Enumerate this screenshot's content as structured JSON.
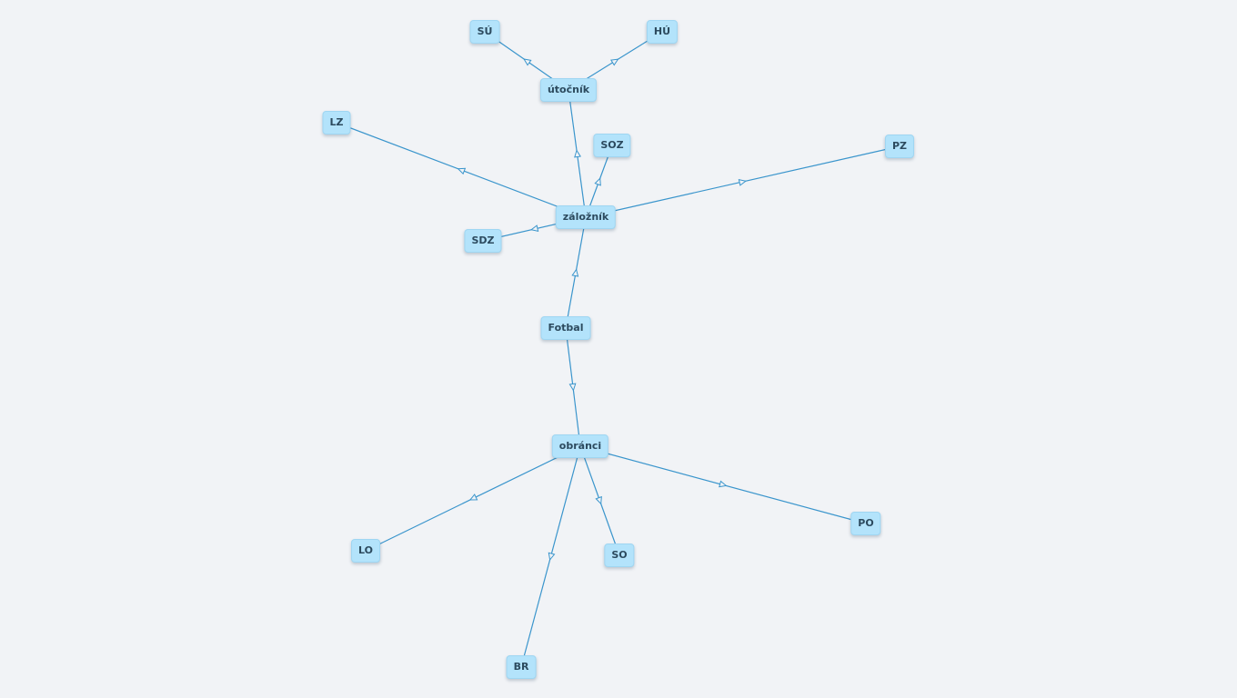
{
  "nodes": [
    {
      "id": "fotbal",
      "label": "Fotbal"
    },
    {
      "id": "utocnik",
      "label": "útočník"
    },
    {
      "id": "su",
      "label": "SÚ"
    },
    {
      "id": "hu",
      "label": "HÚ"
    },
    {
      "id": "zaloznik",
      "label": "záložník"
    },
    {
      "id": "lz",
      "label": "LZ"
    },
    {
      "id": "soz",
      "label": "SOZ"
    },
    {
      "id": "pz",
      "label": "PZ"
    },
    {
      "id": "sdz",
      "label": "SDZ"
    },
    {
      "id": "obranci",
      "label": "obránci"
    },
    {
      "id": "lo",
      "label": "LO"
    },
    {
      "id": "so",
      "label": "SO"
    },
    {
      "id": "po",
      "label": "PO"
    },
    {
      "id": "br",
      "label": "BR"
    }
  ],
  "edges": [
    {
      "from": "fotbal",
      "to": "zaloznik"
    },
    {
      "from": "fotbal",
      "to": "obranci"
    },
    {
      "from": "zaloznik",
      "to": "utocnik"
    },
    {
      "from": "utocnik",
      "to": "su"
    },
    {
      "from": "utocnik",
      "to": "hu"
    },
    {
      "from": "zaloznik",
      "to": "lz"
    },
    {
      "from": "zaloznik",
      "to": "soz"
    },
    {
      "from": "zaloznik",
      "to": "pz"
    },
    {
      "from": "zaloznik",
      "to": "sdz"
    },
    {
      "from": "obranci",
      "to": "lo"
    },
    {
      "from": "obranci",
      "to": "so"
    },
    {
      "from": "obranci",
      "to": "po"
    },
    {
      "from": "obranci",
      "to": "br"
    }
  ],
  "colors": {
    "edge": "#3a95cc",
    "node_fill": "#b3e3fb",
    "node_text": "#2c4a5e",
    "background": "#f1f3f6"
  }
}
